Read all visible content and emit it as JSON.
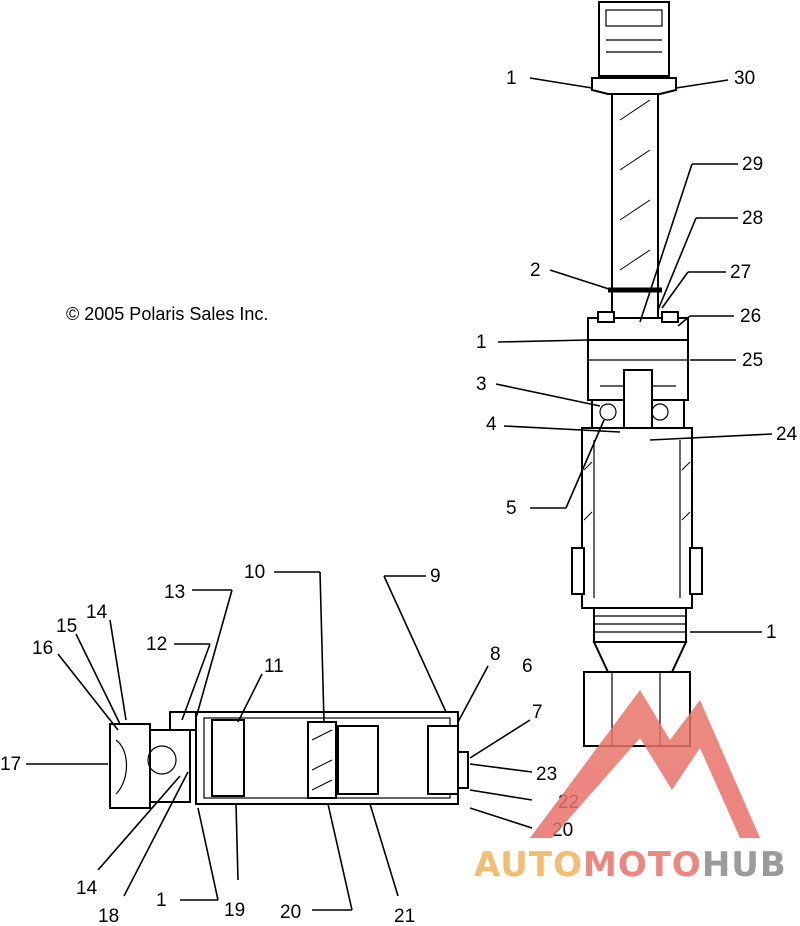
{
  "copyright": "© 2005 Polaris Sales Inc.",
  "callouts": [
    {
      "id": "c1a",
      "text": "1"
    },
    {
      "id": "c30",
      "text": "30"
    },
    {
      "id": "c29",
      "text": "29"
    },
    {
      "id": "c28",
      "text": "28"
    },
    {
      "id": "c2",
      "text": "2"
    },
    {
      "id": "c27",
      "text": "27"
    },
    {
      "id": "c26",
      "text": "26"
    },
    {
      "id": "c1b",
      "text": "1"
    },
    {
      "id": "c25",
      "text": "25"
    },
    {
      "id": "c3",
      "text": "3"
    },
    {
      "id": "c4",
      "text": "4"
    },
    {
      "id": "c24",
      "text": "24"
    },
    {
      "id": "c5",
      "text": "5"
    },
    {
      "id": "c10",
      "text": "10"
    },
    {
      "id": "c9",
      "text": "9"
    },
    {
      "id": "c13",
      "text": "13"
    },
    {
      "id": "c14a",
      "text": "14"
    },
    {
      "id": "c15",
      "text": "15"
    },
    {
      "id": "c12",
      "text": "12"
    },
    {
      "id": "c16",
      "text": "16"
    },
    {
      "id": "c11",
      "text": "11"
    },
    {
      "id": "c8",
      "text": "8"
    },
    {
      "id": "c1c",
      "text": "1"
    },
    {
      "id": "c6",
      "text": "6"
    },
    {
      "id": "c7",
      "text": "7"
    },
    {
      "id": "c17",
      "text": "17"
    },
    {
      "id": "c23",
      "text": "23"
    },
    {
      "id": "c22",
      "text": "22"
    },
    {
      "id": "c20a",
      "text": "20"
    },
    {
      "id": "c14b",
      "text": "14"
    },
    {
      "id": "c1d",
      "text": "1"
    },
    {
      "id": "c19",
      "text": "19"
    },
    {
      "id": "c18",
      "text": "18"
    },
    {
      "id": "c20b",
      "text": "20"
    },
    {
      "id": "c21",
      "text": "21"
    }
  ],
  "watermark": {
    "part1": "AUTO",
    "part2": "MOTO",
    "part3": "HUB",
    "colors": {
      "primary": "#e8736a",
      "secondary": "#f2b25c",
      "neutral": "#8a8a8a"
    }
  }
}
